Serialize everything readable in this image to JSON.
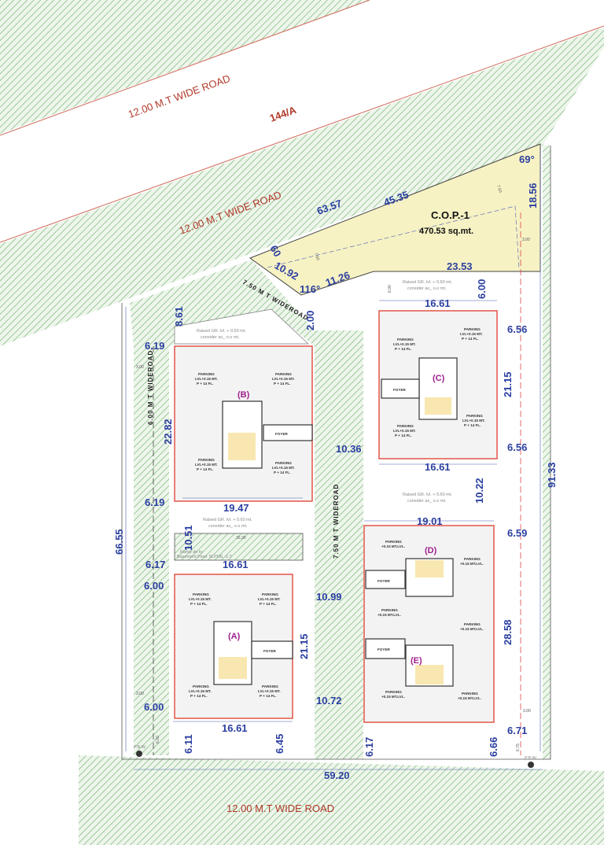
{
  "roads": {
    "top_road_1": "12.00 M.T WIDE ROAD",
    "survey_no": "144/A",
    "top_road_2": "12.00 M.T WIDE ROAD",
    "bottom_road": "12.00 M.T WIDE ROAD",
    "diag_internal_road": "7.50 M T WIDEROAD",
    "left_internal_road": "6.00 M T WIDEROAD",
    "mid_internal_road": "7.50 M T WIDEROAD"
  },
  "cop": {
    "title": "C.O.P.-1",
    "area": "470.53 sq.mt.",
    "color": "#f6f2c4"
  },
  "buildings": {
    "a": "(A)",
    "b": "(B)",
    "c": "(C)",
    "d": "(D)",
    "e": "(E)"
  },
  "notes": {
    "parking": "PARKING",
    "parking_lvl": "LVL+0.15 MT.",
    "parking_floors": "P + 14 FL.",
    "parking_lvl_de": "+0.15 MT.LVL.",
    "foyer": "FOYER",
    "raised": "Raised GR. lvl. + 0.60 mt.",
    "consider": "consider as_ o.o mt.",
    "ramp_1": "Ramp dn to",
    "ramp_2": "Basement Floor  SLPOE -1:7",
    "pbw": "P.B.W."
  },
  "dims": {
    "d63_57": "63.57",
    "d45_35": "45.35",
    "d18_56": "18.56",
    "a69": "69°",
    "d23_53": "23.53",
    "a60": "60",
    "d10_92": "10.92",
    "a116": "116°",
    "d11_26": "11.26",
    "d8_61": "8.61",
    "d2_00": "2.00",
    "b_6_19_top": "6.19",
    "b_22_82": "22.82",
    "b_6_19_bot": "6.19",
    "b_19_47": "19.47",
    "d10_36": "10.36",
    "d10_51": "10.51",
    "d6_17_l": "6.17",
    "a_16_61_top": "16.61",
    "a_6_00_top": "6.00",
    "d10_99": "10.99",
    "a_21_15": "21.15",
    "a_6_00_bot": "6.00",
    "d10_72": "10.72",
    "a_16_61_bot": "16.61",
    "d6_11": "6.11",
    "d6_45": "6.45",
    "c_16_61_top": "16.61",
    "c_6_00": "6.00",
    "c_6_56_top": "6.56",
    "c_21_15": "21.15",
    "c_6_56_bot": "6.56",
    "c_16_61_bot": "16.61",
    "d10_22": "10.22",
    "de_19_01": "19.01",
    "d6_59": "6.59",
    "de_28_58": "28.58",
    "d6_71": "6.71",
    "d6_17_b": "6.17",
    "d6_66": "6.66",
    "d66_55": "66.55",
    "d91_33": "91.33",
    "d59_20": "59.20",
    "s3_00": "3.00",
    "s7_50": "7.50",
    "s6_00": "6.00",
    "s6_75": "6.75",
    "s16_20": "16.20"
  },
  "colors": {
    "hatch": "#9cc89a",
    "wall": "#e04a3c",
    "dimension": "#2b3fa0",
    "label": "#a0208c",
    "road_text": "#b23a2a"
  }
}
